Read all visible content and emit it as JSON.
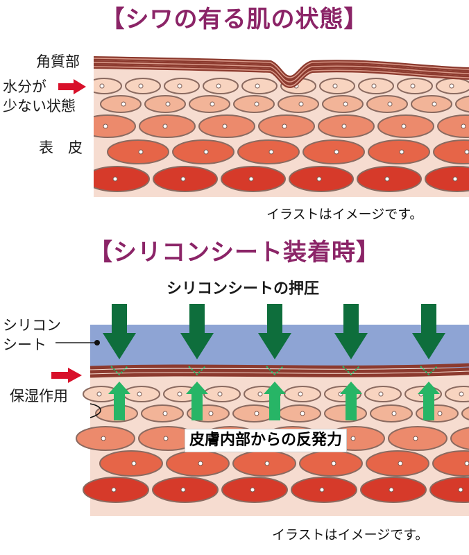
{
  "section1": {
    "title": "【シワの有る肌の状態】",
    "labels": {
      "stratum": "角質部",
      "water_line1": "水分が",
      "water_line2": "少ない状態",
      "epidermis": "表　皮"
    },
    "note": "イラストはイメージです。"
  },
  "section2": {
    "title": "【シリコンシート装着時】",
    "pressure_label": "シリコンシートの押圧",
    "sheet_label_line1": "シリコン",
    "sheet_label_line2": "シート",
    "moisture_label": "保湿作用",
    "rebound_label": "皮膚内部からの反発力",
    "note": "イラストはイメージです。"
  },
  "colors": {
    "title": "#8b2467",
    "arrow_red": "#d8102a",
    "stratum_brown": "#8c3a2e",
    "sheet_blue": "#8ea4d4",
    "press_green": "#0e6e3c",
    "rebound_green": "#27b566",
    "skin_bg": "#f6dcd0"
  }
}
